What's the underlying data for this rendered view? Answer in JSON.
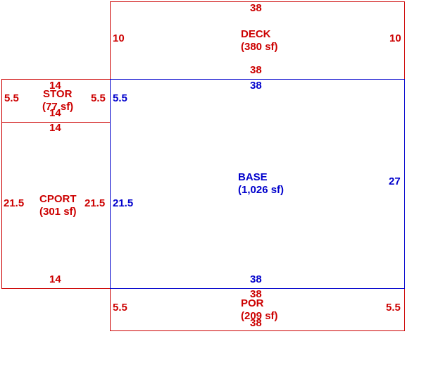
{
  "colors": {
    "red": "#cc0000",
    "blue": "#0000cc"
  },
  "areas": {
    "deck": {
      "name": "DECK",
      "area": "(380 sf)",
      "top": "38",
      "bottom": "38",
      "left": "10",
      "right": "10"
    },
    "stor": {
      "name": "STOR",
      "area": "(77 sf)",
      "top": "14",
      "bottom": "14",
      "left": "5.5",
      "right": "5.5"
    },
    "cport": {
      "name": "CPORT",
      "area": "(301 sf)",
      "top": "14",
      "bottom": "14",
      "left": "21.5",
      "right": "21.5"
    },
    "base": {
      "name": "BASE",
      "area": "(1,026 sf)",
      "top": "38",
      "bottom": "38",
      "left": "21.5",
      "right": "27",
      "left_upper": "5.5"
    },
    "por": {
      "name": "POR",
      "area": "(209 sf)",
      "top": "38",
      "bottom": "38",
      "left": "5.5",
      "right": "5.5"
    }
  }
}
